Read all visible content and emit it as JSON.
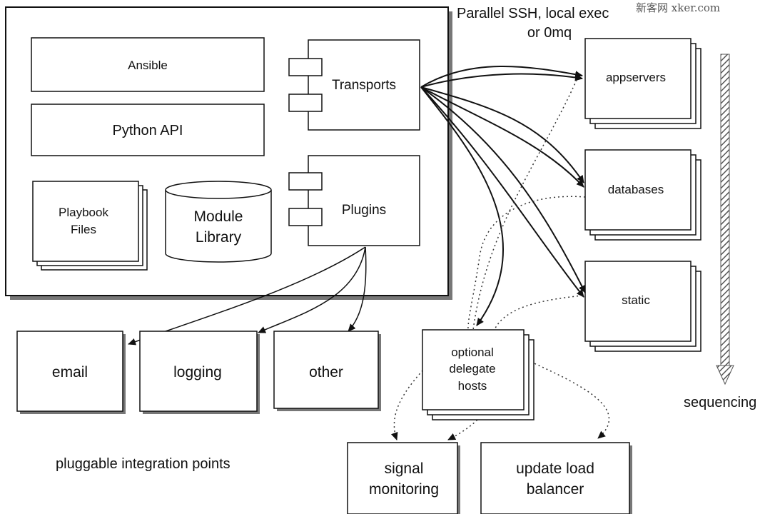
{
  "watermark": "新客网 xker.com",
  "core": {
    "ansible": "Ansible",
    "python_api": "Python API",
    "playbook_line1": "Playbook",
    "playbook_line2": "Files",
    "module_line1": "Module",
    "module_line2": "Library",
    "transports": "Transports",
    "plugins": "Plugins"
  },
  "transport_label_line1": "Parallel SSH, local exec",
  "transport_label_line2": "or 0mq",
  "host_groups": {
    "appservers": "appservers",
    "databases": "databases",
    "static": "static"
  },
  "delegate": {
    "line1": "optional",
    "line2": "delegate",
    "line3": "hosts"
  },
  "integrations": {
    "email": "email",
    "logging": "logging",
    "other": "other",
    "caption": "pluggable integration points"
  },
  "delegate_targets": {
    "signal_line1": "signal",
    "signal_line2": "monitoring",
    "lb_line1": "update load",
    "lb_line2": "balancer"
  },
  "sequencing": "sequencing"
}
